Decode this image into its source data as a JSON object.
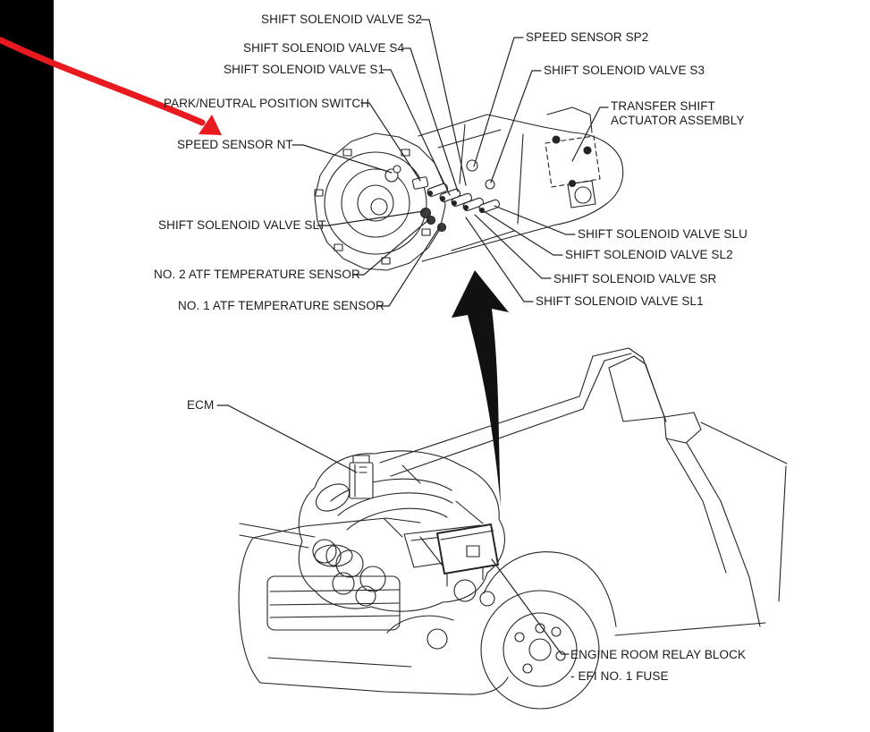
{
  "colors": {
    "background": "#ffffff",
    "ink": "#242424",
    "left_border_bar": "#000000",
    "annotation_arrow_red": "#e8191f",
    "location_arrow_black": "#111111"
  },
  "labels": {
    "shift_solenoid_valve_s2": "SHIFT SOLENOID VALVE S2",
    "shift_solenoid_valve_s4": "SHIFT SOLENOID VALVE S4",
    "shift_solenoid_valve_s1": "SHIFT SOLENOID VALVE S1",
    "park_neutral_position_switch": "PARK/NEUTRAL POSITION SWITCH",
    "speed_sensor_nt": "SPEED SENSOR NT",
    "shift_solenoid_valve_slt": "SHIFT SOLENOID VALVE SLT",
    "no2_atf_temperature_sensor": "NO. 2 ATF TEMPERATURE SENSOR",
    "no1_atf_temperature_sensor": "NO. 1 ATF TEMPERATURE SENSOR",
    "speed_sensor_sp2": "SPEED SENSOR SP2",
    "shift_solenoid_valve_s3": "SHIFT SOLENOID VALVE S3",
    "transfer_shift_actuator_assembly": "TRANSFER SHIFT ACTUATOR ASSEMBLY",
    "shift_solenoid_valve_slu": "SHIFT SOLENOID VALVE SLU",
    "shift_solenoid_valve_sl2": "SHIFT SOLENOID VALVE SL2",
    "shift_solenoid_valve_sr": "SHIFT SOLENOID VALVE SR",
    "shift_solenoid_valve_sl1": "SHIFT SOLENOID VALVE SL1",
    "ecm": "ECM",
    "engine_room_relay_block": "ENGINE ROOM RELAY BLOCK",
    "efi_no_1_fuse": "- EFI NO. 1 FUSE"
  },
  "icons": {
    "red_annotation_arrow": "hand-drawn red arrow pointing at SPEED SENSOR NT label",
    "black_up_arrow": "curved black arrow from engine bay up to transmission detail"
  }
}
